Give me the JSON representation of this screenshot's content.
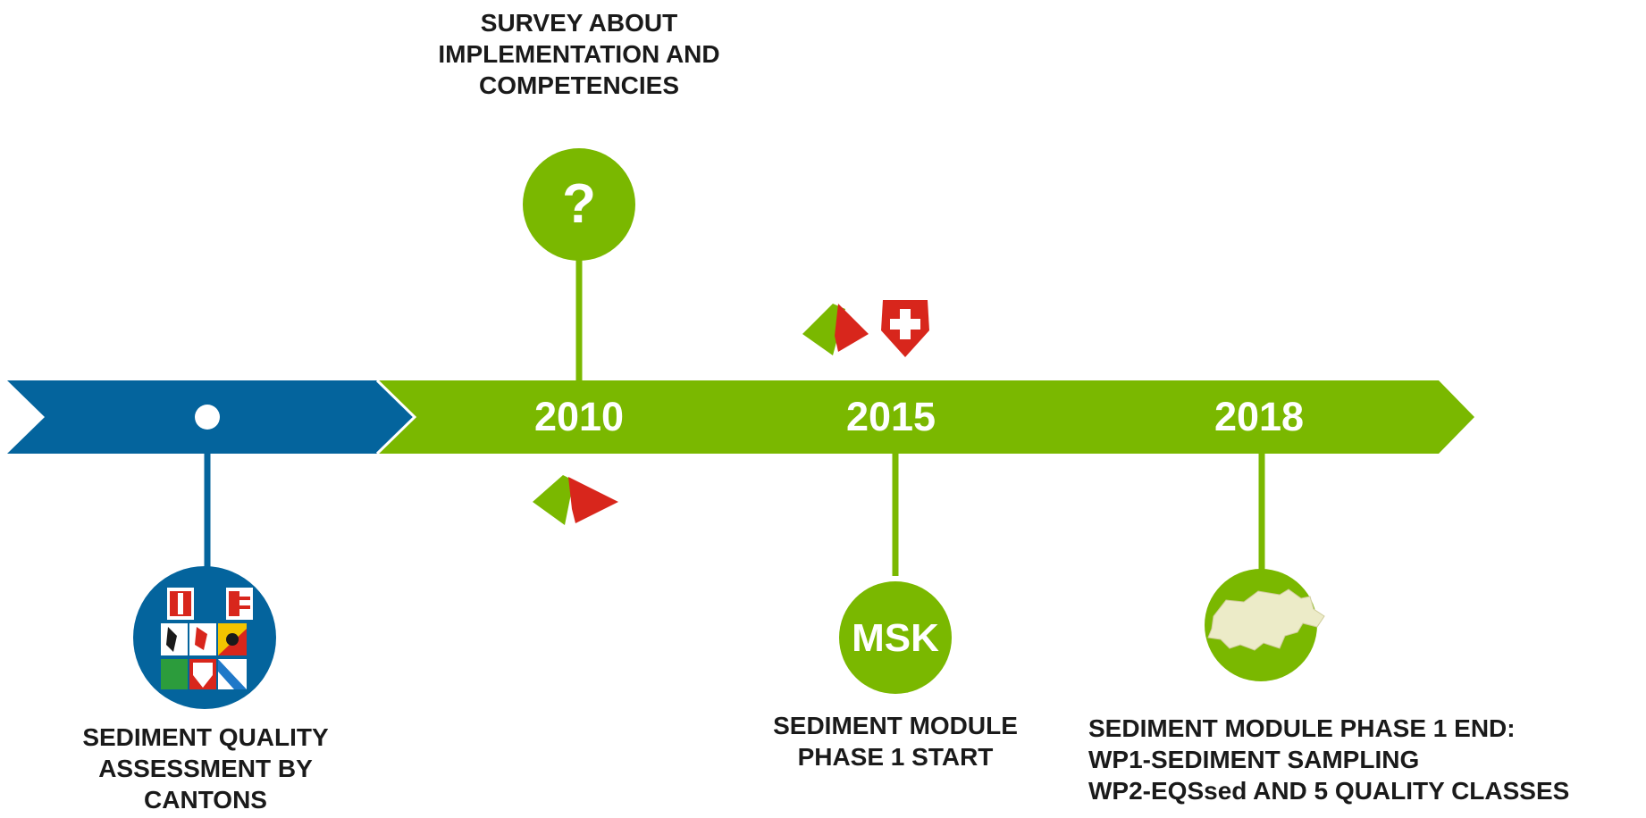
{
  "colors": {
    "blue": "#04649d",
    "green": "#7ab800",
    "red": "#d8261c",
    "white": "#ffffff",
    "text": "#1a1a1a"
  },
  "timeline": {
    "milestones": [
      {
        "id": "cantons",
        "year": "",
        "color": "blue",
        "icon": "canton-flags-icon",
        "lines": [
          "SEDIMENT QUALITY",
          "ASSESSMENT BY",
          "CANTONS"
        ]
      },
      {
        "id": "survey",
        "year": "2010",
        "color": "green",
        "icon": "question-icon",
        "icon_text": "?",
        "lines": [
          "SURVEY ABOUT",
          "IMPLEMENTATION AND",
          "COMPETENCIES"
        ]
      },
      {
        "id": "phase1-start",
        "year": "2015",
        "color": "green",
        "icon": "msk-icon",
        "icon_text": "MSK",
        "lines": [
          "SEDIMENT MODULE",
          "PHASE 1 START"
        ]
      },
      {
        "id": "phase1-end",
        "year": "2018",
        "color": "green",
        "icon": "switzerland-map-icon",
        "lines": [
          "SEDIMENT MODULE PHASE 1 END:",
          "WP1-SEDIMENT SAMPLING",
          "WP2-EQSsed AND 5 QUALITY CLASSES"
        ]
      }
    ]
  }
}
